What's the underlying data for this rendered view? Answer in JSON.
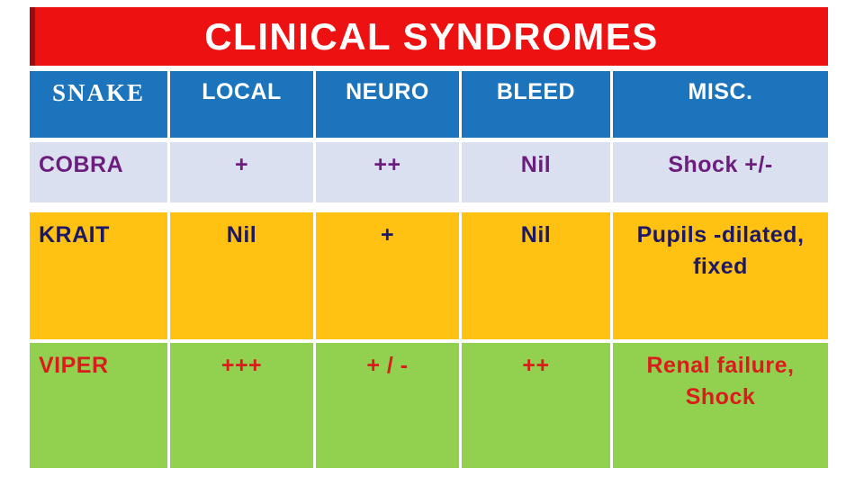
{
  "slide_title": "CLINICAL SYNDROMES",
  "table": {
    "headers": [
      "SNAKE",
      "LOCAL",
      "NEURO",
      "BLEED",
      "MISC."
    ],
    "rows": [
      {
        "name": "COBRA",
        "local": "+",
        "neuro": "++",
        "bleed": "Nil",
        "misc": "Shock +/-"
      },
      {
        "name": "KRAIT",
        "local": "Nil",
        "neuro": "+",
        "bleed": "Nil",
        "misc": "Pupils -dilated,\nfixed"
      },
      {
        "name": "VIPER",
        "local": "+++",
        "neuro": "+ / -",
        "bleed": "++",
        "misc": "Renal failure,\nShock"
      }
    ]
  },
  "colors": {
    "banner_red": "#EE1111",
    "banner_edge_dark_red": "#9E0B0F",
    "header_blue": "#1B74BC",
    "header_text": "#FFFFFF",
    "row_cobra_bg": "#DAE0EF",
    "row_krait_bg": "#FFC112",
    "row_viper_bg": "#92D050",
    "text_cobra": "#6B1E7E",
    "text_krait": "#1D1864",
    "text_viper": "#D91C1C"
  }
}
